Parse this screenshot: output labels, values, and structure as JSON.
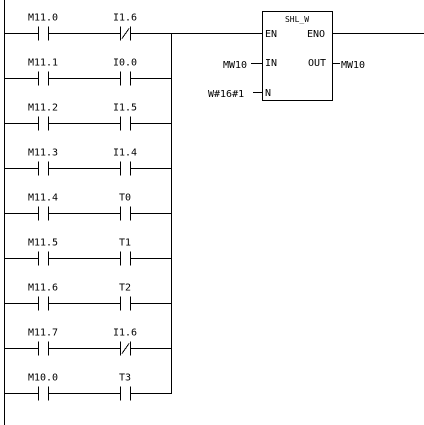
{
  "rungs": [
    {
      "contact1": {
        "label": "M11.0",
        "type": "NO"
      },
      "contact2": {
        "label": "I1.6",
        "type": "NC"
      }
    },
    {
      "contact1": {
        "label": "M11.1",
        "type": "NO"
      },
      "contact2": {
        "label": "I0.0",
        "type": "NO"
      }
    },
    {
      "contact1": {
        "label": "M11.2",
        "type": "NO"
      },
      "contact2": {
        "label": "I1.5",
        "type": "NO"
      }
    },
    {
      "contact1": {
        "label": "M11.3",
        "type": "NO"
      },
      "contact2": {
        "label": "I1.4",
        "type": "NO"
      }
    },
    {
      "contact1": {
        "label": "M11.4",
        "type": "NO"
      },
      "contact2": {
        "label": "T0",
        "type": "NO"
      }
    },
    {
      "contact1": {
        "label": "M11.5",
        "type": "NO"
      },
      "contact2": {
        "label": "T1",
        "type": "NO"
      }
    },
    {
      "contact1": {
        "label": "M11.6",
        "type": "NO"
      },
      "contact2": {
        "label": "T2",
        "type": "NO"
      }
    },
    {
      "contact1": {
        "label": "M11.7",
        "type": "NO"
      },
      "contact2": {
        "label": "I1.6",
        "type": "NC"
      }
    },
    {
      "contact1": {
        "label": "M10.0",
        "type": "NO"
      },
      "contact2": {
        "label": "T3",
        "type": "NO"
      }
    }
  ],
  "function_block": {
    "title": "SHL_W",
    "pins": {
      "en": "EN",
      "eno": "ENO",
      "in": "IN",
      "out": "OUT",
      "n": "N"
    },
    "in_operand": "MW10",
    "out_operand": "MW10",
    "n_operand": "W#16#1"
  }
}
